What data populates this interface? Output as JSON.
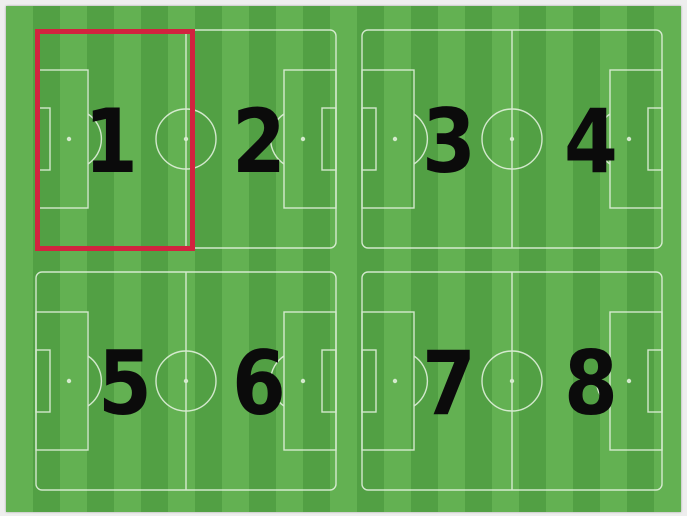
{
  "pitches": [
    {
      "id": "p1",
      "number": "1"
    },
    {
      "id": "p2",
      "number": "2"
    },
    {
      "id": "p3",
      "number": "3"
    },
    {
      "id": "p4",
      "number": "4"
    },
    {
      "id": "p5",
      "number": "5"
    },
    {
      "id": "p6",
      "number": "6"
    },
    {
      "id": "p7",
      "number": "7"
    },
    {
      "id": "p8",
      "number": "8"
    }
  ],
  "selected_pitch": "1",
  "colors": {
    "grass_light": "#63b152",
    "grass_dark": "#52a044",
    "lines": "#e9f5e4",
    "numbers": "#0b0b0b",
    "selection": "#d2233f"
  }
}
